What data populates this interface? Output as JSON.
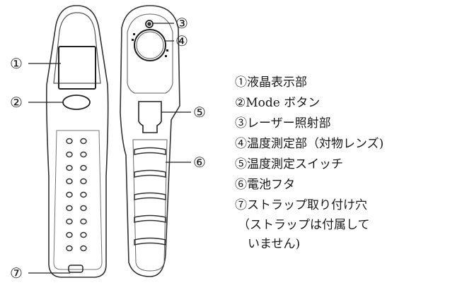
{
  "callouts": [
    {
      "mark": "①"
    },
    {
      "mark": "②"
    },
    {
      "mark": "③"
    },
    {
      "mark": "④"
    },
    {
      "mark": "⑤"
    },
    {
      "mark": "⑥"
    },
    {
      "mark": "⑦"
    }
  ],
  "legend": {
    "items": [
      "①液晶表示部",
      "②Mode ボタン",
      "③レーザー照射部",
      "④温度測定部（対物レンズ)",
      "⑤温度測定スイッチ",
      "⑥電池フタ",
      "⑦ストラップ取り付け穴"
    ],
    "note_line1": "（ストラップは付属して",
    "note_line2": "いません)"
  }
}
